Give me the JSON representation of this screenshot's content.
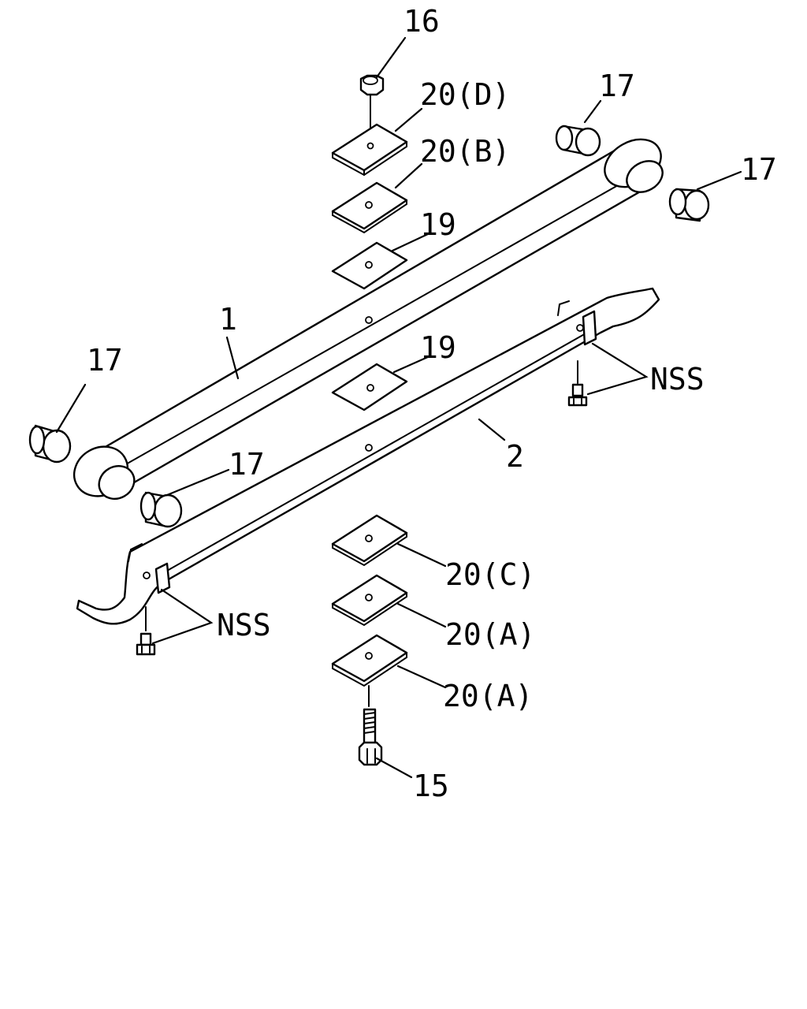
{
  "labels": {
    "l16": "16",
    "l20d": "20(D)",
    "l20b": "20(B)",
    "l19a": "19",
    "l19b": "19",
    "l17a": "17",
    "l17b": "17",
    "l17c": "17",
    "l17d": "17",
    "l1": "1",
    "l2": "2",
    "nss1": "NSS",
    "nss2": "NSS",
    "l20c": "20(C)",
    "l20a1": "20(A)",
    "l20a2": "20(A)",
    "l15": "15"
  },
  "colors": {
    "line": "#000000",
    "background": "#ffffff"
  }
}
